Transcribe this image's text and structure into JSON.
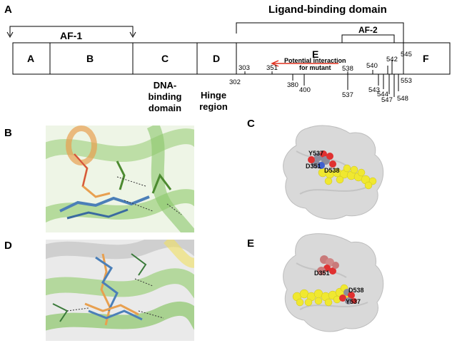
{
  "panelA": {
    "letter": "A",
    "title": "Ligand-binding domain",
    "af1": "AF-1",
    "af2": "AF-2",
    "segments": [
      "A",
      "B",
      "C",
      "D",
      "E",
      "F"
    ],
    "positions_top": [
      "303",
      "351",
      "538",
      "540",
      "542",
      "545"
    ],
    "positions_bottom": [
      "302",
      "380",
      "400",
      "537",
      "543",
      "544",
      "547",
      "548",
      "553"
    ],
    "annotation_line1": "Potential interaction",
    "annotation_line2": "for mutant",
    "annotation_color": "#e0301e",
    "dbd_line1": "DNA-",
    "dbd_line2": "binding",
    "dbd_line3": "domain",
    "hinge_line1": "Hinge",
    "hinge_line2": "region"
  },
  "panelB": {
    "letter": "B"
  },
  "panelC": {
    "letter": "C",
    "labels": [
      "Y537",
      "D351",
      "D538"
    ]
  },
  "panelD": {
    "letter": "D"
  },
  "panelE": {
    "letter": "E",
    "labels": [
      "D351",
      "D538",
      "Y537"
    ]
  },
  "colors": {
    "surface": "#d9d9d9",
    "ligand_yellow": "#f0e830",
    "oxygen_red": "#e03030",
    "carbon_gray": "#8c8c9c",
    "helix_green": "#7dbb5a",
    "helix_orange": "#e8a050",
    "ligand_blue": "#4b7fb8"
  }
}
